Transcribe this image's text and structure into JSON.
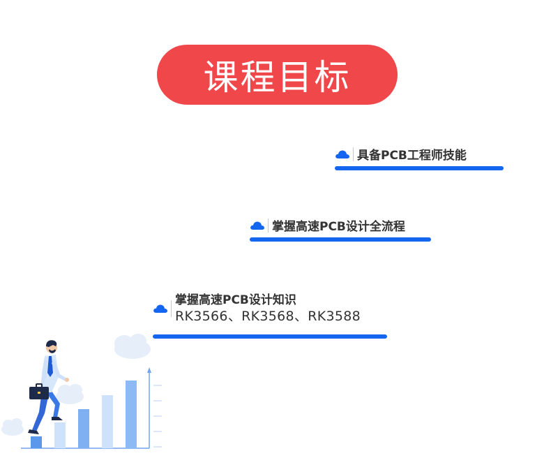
{
  "title": "课程目标",
  "goals": [
    {
      "label": "具备PCB工程师技能",
      "icon": "cloud-icon"
    },
    {
      "label": "掌握高速PCB设计全流程",
      "icon": "cloud-icon"
    },
    {
      "label_line1": "掌握高速PCB设计知识",
      "label_line2": "RK3566、RK3568、RK3588",
      "icon": "cloud-icon"
    }
  ],
  "colors": {
    "title_bg": "#f0474b",
    "accent_blue": "#1466f0",
    "text": "#333333"
  },
  "illustration": "person-climbing-bar-chart-illustration"
}
